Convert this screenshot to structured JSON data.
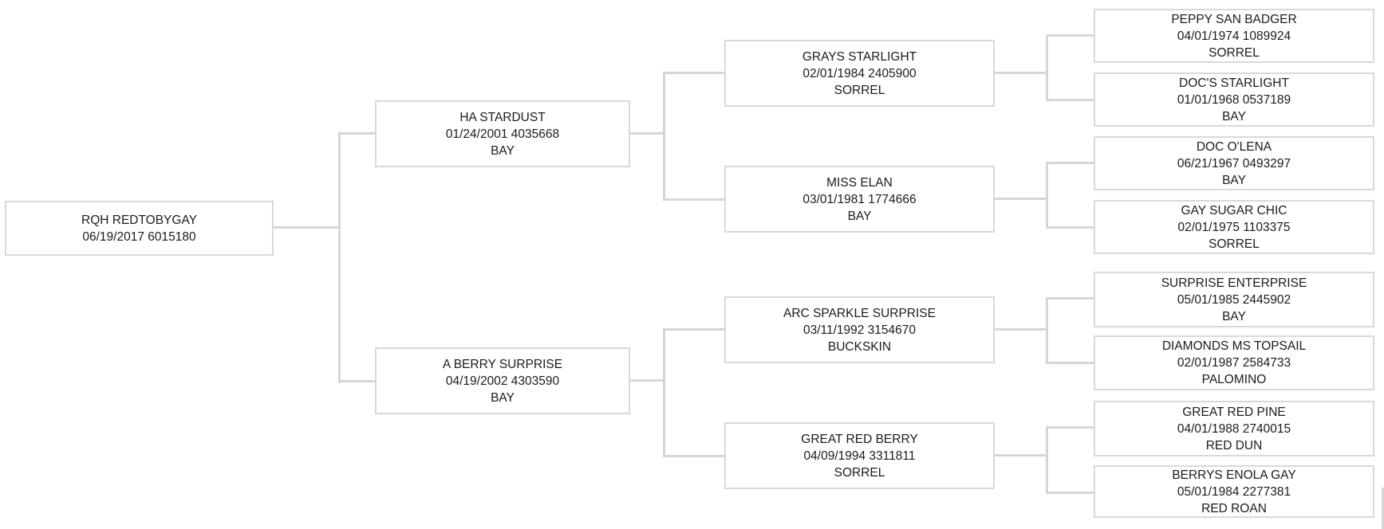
{
  "pedigree": {
    "subject": {
      "name": "RQH REDTOBYGAY",
      "info": "06/19/2017 6015180"
    },
    "parents": [
      {
        "name": "HA STARDUST",
        "info": "01/24/2001 4035668",
        "color": "BAY"
      },
      {
        "name": "A BERRY SURPRISE",
        "info": "04/19/2002 4303590",
        "color": "BAY"
      }
    ],
    "grandparents": [
      {
        "name": "GRAYS STARLIGHT",
        "info": "02/01/1984 2405900",
        "color": "SORREL"
      },
      {
        "name": "MISS ELAN",
        "info": "03/01/1981 1774666",
        "color": "BAY"
      },
      {
        "name": "ARC SPARKLE SURPRISE",
        "info": "03/11/1992 3154670",
        "color": "BUCKSKIN"
      },
      {
        "name": "GREAT RED BERRY",
        "info": "04/09/1994 3311811",
        "color": "SORREL"
      }
    ],
    "great_grandparents": [
      {
        "name": "PEPPY SAN BADGER",
        "info": "04/01/1974 1089924",
        "color": "SORREL"
      },
      {
        "name": "DOC'S STARLIGHT",
        "info": "01/01/1968 0537189",
        "color": "BAY"
      },
      {
        "name": "DOC O'LENA",
        "info": "06/21/1967 0493297",
        "color": "BAY"
      },
      {
        "name": "GAY SUGAR CHIC",
        "info": "02/01/1975 1103375",
        "color": "SORREL"
      },
      {
        "name": "SURPRISE ENTERPRISE",
        "info": "05/01/1985 2445902",
        "color": "BAY"
      },
      {
        "name": "DIAMONDS MS TOPSAIL",
        "info": "02/01/1987 2584733",
        "color": "PALOMINO"
      },
      {
        "name": "GREAT RED PINE",
        "info": "04/01/1988 2740015",
        "color": "RED DUN"
      },
      {
        "name": "BERRYS ENOLA GAY",
        "info": "05/01/1984 2277381",
        "color": "RED ROAN"
      }
    ]
  },
  "colors": {
    "connector_line": "#d6d6d6",
    "box_border": "#d9d9d9",
    "text": "#1b1b1b",
    "background": "#ffffff"
  }
}
